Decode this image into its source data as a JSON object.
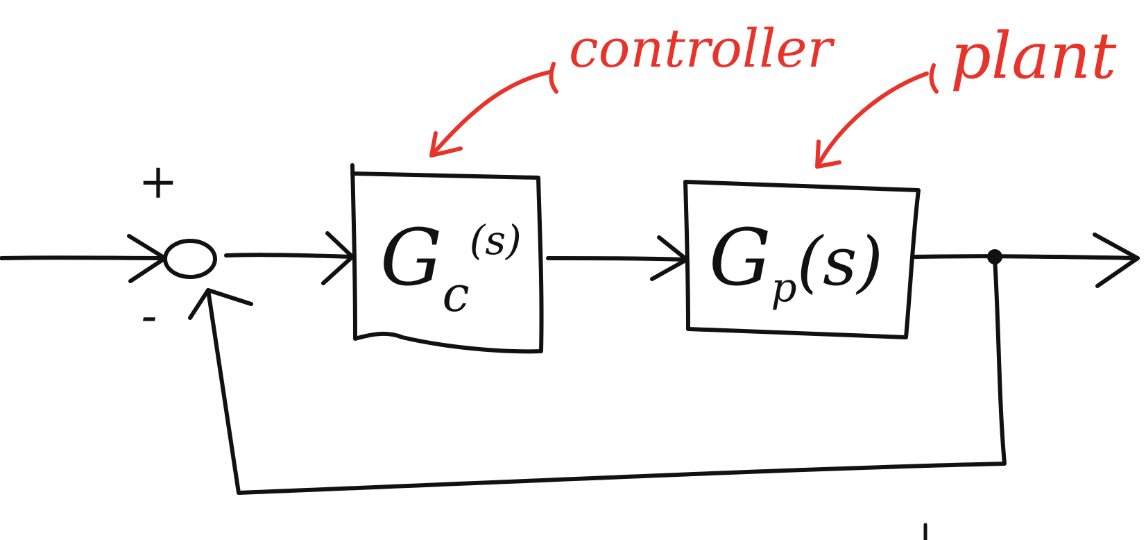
{
  "colors": {
    "ink": "#111111",
    "annotation": "#e8332a",
    "background": "#ffffff"
  },
  "summing_junction": {
    "plus_sign": "+",
    "minus_sign": "-"
  },
  "controller_block": {
    "symbol": "G",
    "subscript": "c",
    "argument": "(s)"
  },
  "plant_block": {
    "symbol": "G",
    "subscript": "p",
    "argument": "(s)"
  },
  "annotations": {
    "controller": "controller",
    "plant": "plant"
  }
}
